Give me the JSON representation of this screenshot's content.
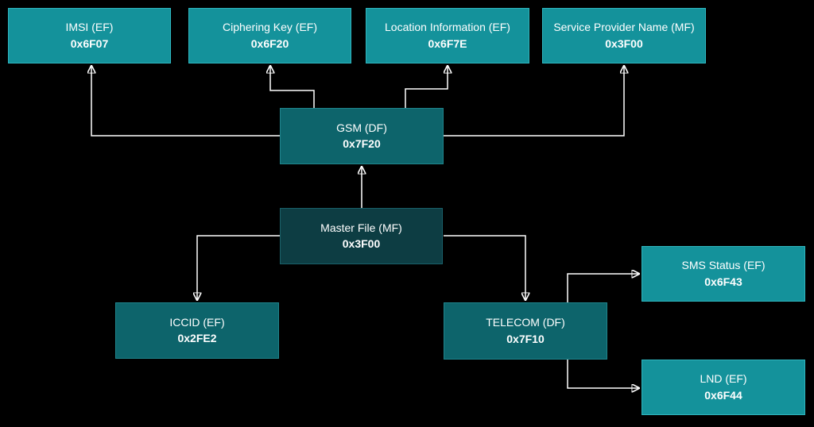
{
  "diagram": {
    "title": "SIM card file system hierarchy",
    "background_color": "#000000",
    "arrow_color": "#ffffff",
    "node_colors": {
      "light": "#14929b",
      "medium": "#0d646b",
      "dark": "#0d3d43"
    },
    "nodes": [
      {
        "id": "imsi",
        "title": "IMSI (EF)",
        "code": "0x6F07"
      },
      {
        "id": "ciphering-key",
        "title": "Ciphering Key (EF)",
        "code": "0x6F20"
      },
      {
        "id": "location-information",
        "title": "Location Information (EF)",
        "code": "0x6F7E"
      },
      {
        "id": "service-provider-name",
        "title": "Service Provider Name (MF)",
        "code": "0x3F00"
      },
      {
        "id": "gsm",
        "title": "GSM (DF)",
        "code": "0x7F20"
      },
      {
        "id": "master-file",
        "title": "Master File (MF)",
        "code": "0x3F00"
      },
      {
        "id": "iccid",
        "title": "ICCID (EF)",
        "code": "0x2FE2"
      },
      {
        "id": "telecom",
        "title": "TELECOM (DF)",
        "code": "0x7F10"
      },
      {
        "id": "sms-status",
        "title": "SMS Status (EF)",
        "code": "0x6F43"
      },
      {
        "id": "lnd",
        "title": "LND (EF)",
        "code": "0x6F44"
      }
    ],
    "edges": [
      {
        "from": "gsm",
        "to": "imsi"
      },
      {
        "from": "gsm",
        "to": "ciphering-key"
      },
      {
        "from": "gsm",
        "to": "location-information"
      },
      {
        "from": "gsm",
        "to": "service-provider-name"
      },
      {
        "from": "master-file",
        "to": "gsm"
      },
      {
        "from": "master-file",
        "to": "iccid"
      },
      {
        "from": "master-file",
        "to": "telecom"
      },
      {
        "from": "telecom",
        "to": "sms-status"
      },
      {
        "from": "telecom",
        "to": "lnd"
      }
    ]
  }
}
